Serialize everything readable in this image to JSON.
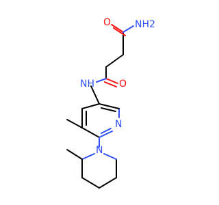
{
  "colors": {
    "carbon": "#000000",
    "oxygen": "#ff0d0d",
    "nitrogen": "#3050f8",
    "background": "#ffffff"
  },
  "atoms": {
    "amide_nh2": "NH2",
    "amide_o1": "O",
    "amide_o2": "O",
    "amide_nh": "NH",
    "pyridine_n": "N",
    "piperidine_n": "N"
  }
}
